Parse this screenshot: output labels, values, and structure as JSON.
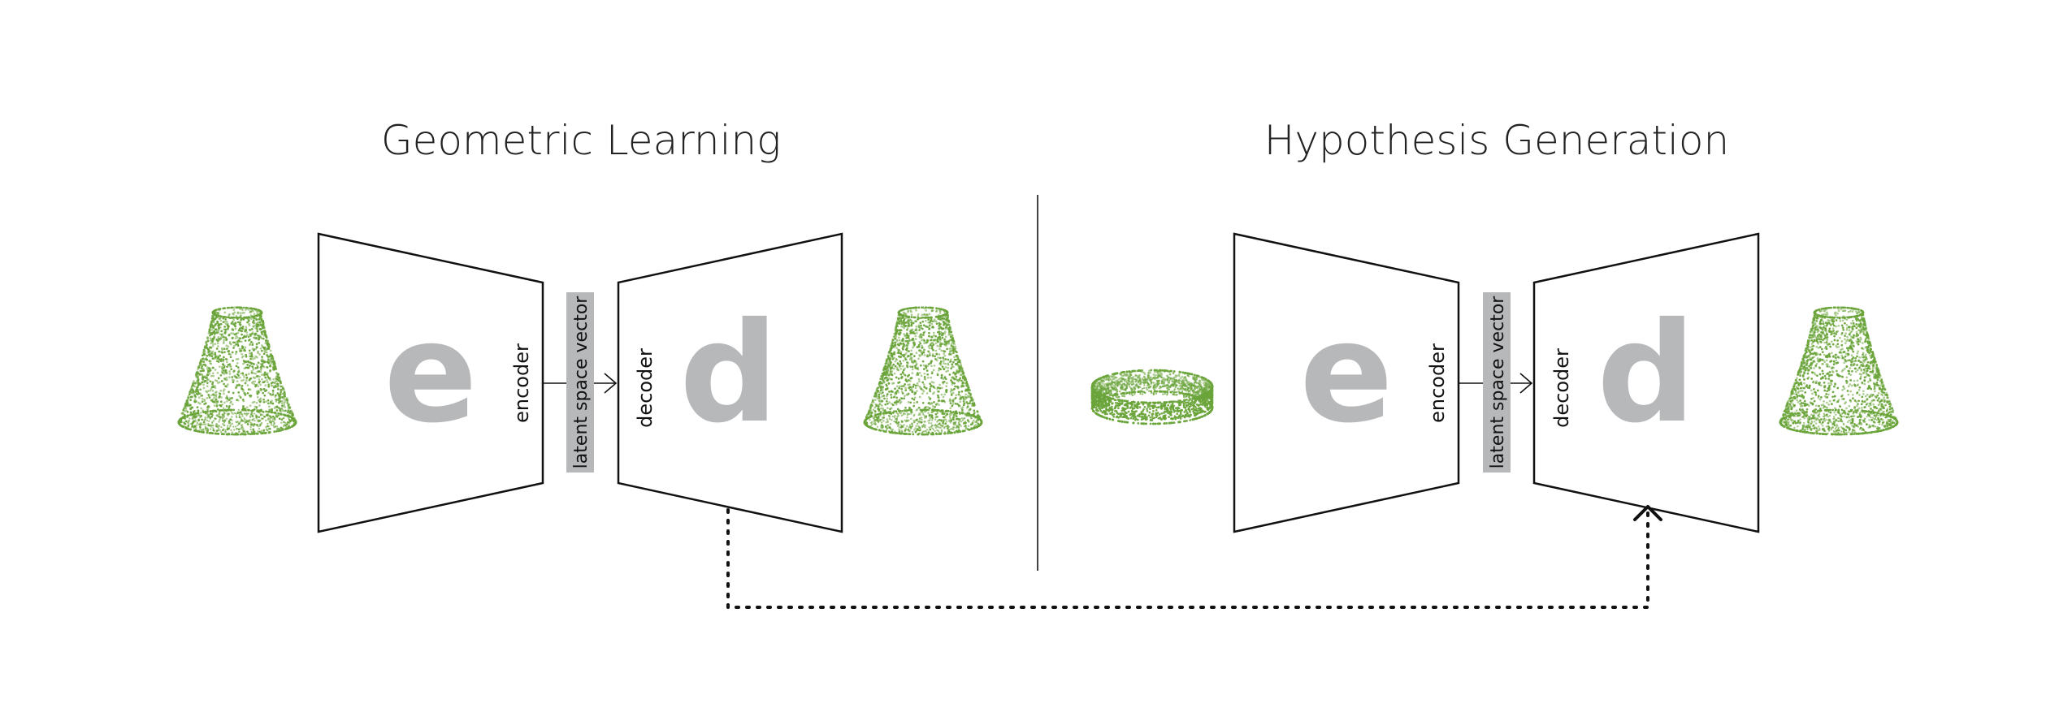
{
  "panels": [
    {
      "title": "Geometric Learning",
      "encoder_letter": "e",
      "encoder_label": "encoder",
      "latent_label": "latent space vector",
      "decoder_letter": "d",
      "decoder_label": "decoder",
      "input_shape": "vase-point-cloud",
      "output_shape": "vase-point-cloud"
    },
    {
      "title": "Hypothesis Generation",
      "encoder_letter": "e",
      "encoder_label": "encoder",
      "latent_label": "latent space vector",
      "decoder_letter": "d",
      "decoder_label": "decoder",
      "input_shape": "ring-point-cloud",
      "output_shape": "vase-point-cloud"
    }
  ],
  "colors": {
    "point_cloud": "#6aa43a",
    "latent_bar": "#b7b8ba",
    "letters": "#b7b8ba",
    "lines": "#111111",
    "divider": "#444444"
  }
}
